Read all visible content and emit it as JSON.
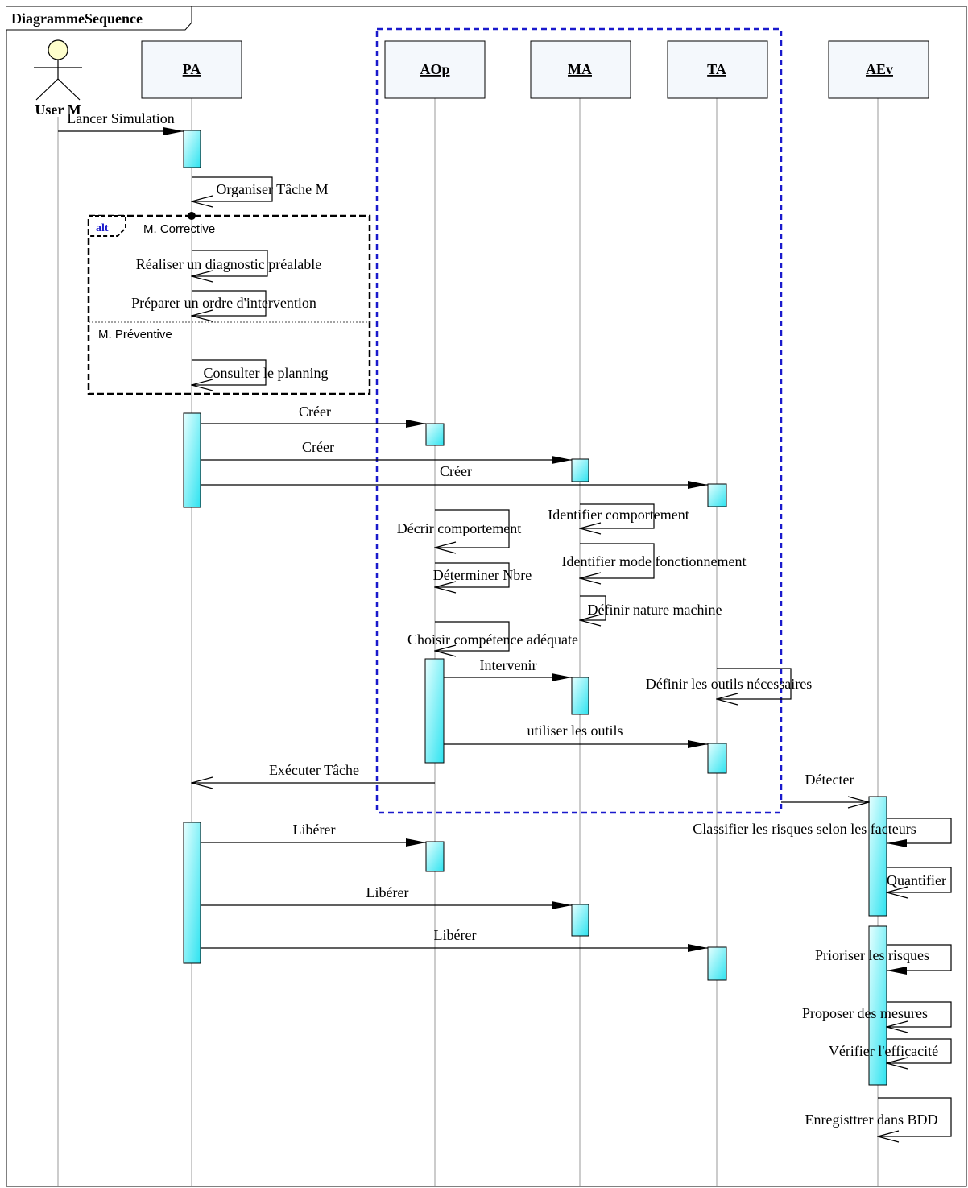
{
  "frame": {
    "title": "DiagrammeSequence"
  },
  "actor": {
    "name": "User M"
  },
  "lifelines": [
    {
      "id": "PA",
      "label": "PA"
    },
    {
      "id": "AOp",
      "label": "AOp"
    },
    {
      "id": "MA",
      "label": "MA"
    },
    {
      "id": "TA",
      "label": "TA"
    },
    {
      "id": "AEv",
      "label": "AEv"
    }
  ],
  "alt_fragment": {
    "tag": "alt",
    "guard1": "M. Corrective",
    "guard2": "M. Préventive"
  },
  "messages": {
    "lancer": "Lancer Simulation",
    "organiser": "Organiser Tâche M",
    "realiser": "Réaliser un diagnostic préalable",
    "preparer": "Préparer un ordre d'intervention",
    "consulter": "Consulter le planning",
    "creer1": "Créer",
    "creer2": "Créer",
    "creer3": "Créer",
    "identifier_comp": "Identifier comportement",
    "decrir": "Décrir comportement",
    "identifier_mode": "Identifier mode fonctionnement",
    "determiner": "Déterminer Nbre",
    "definir_nature": "Définir nature machine",
    "choisir": "Choisir compétence adéquate",
    "intervenir": "Intervenir",
    "definir_outils": "Définir les outils nécessaires",
    "utiliser": "utiliser les outils",
    "executer": "Exécuter Tâche",
    "detecter": "Détecter",
    "classifier": "Classifier les risques selon les facteurs",
    "liberer1": "Libérer",
    "quantifier": "Quantifier",
    "liberer2": "Libérer",
    "liberer3": "Libérer",
    "prioriser": "Prioriser les risques",
    "proposer": "Proposer des mesures",
    "verifier": "Vérifier l'efficacité",
    "enregistrer": "Enregisttrer dans BDD"
  },
  "colors": {
    "activation_light": "#d8ffff",
    "activation_dark": "#33e6f2",
    "boundary_blue": "#1a1acc",
    "lifeline_gray": "#999999"
  }
}
